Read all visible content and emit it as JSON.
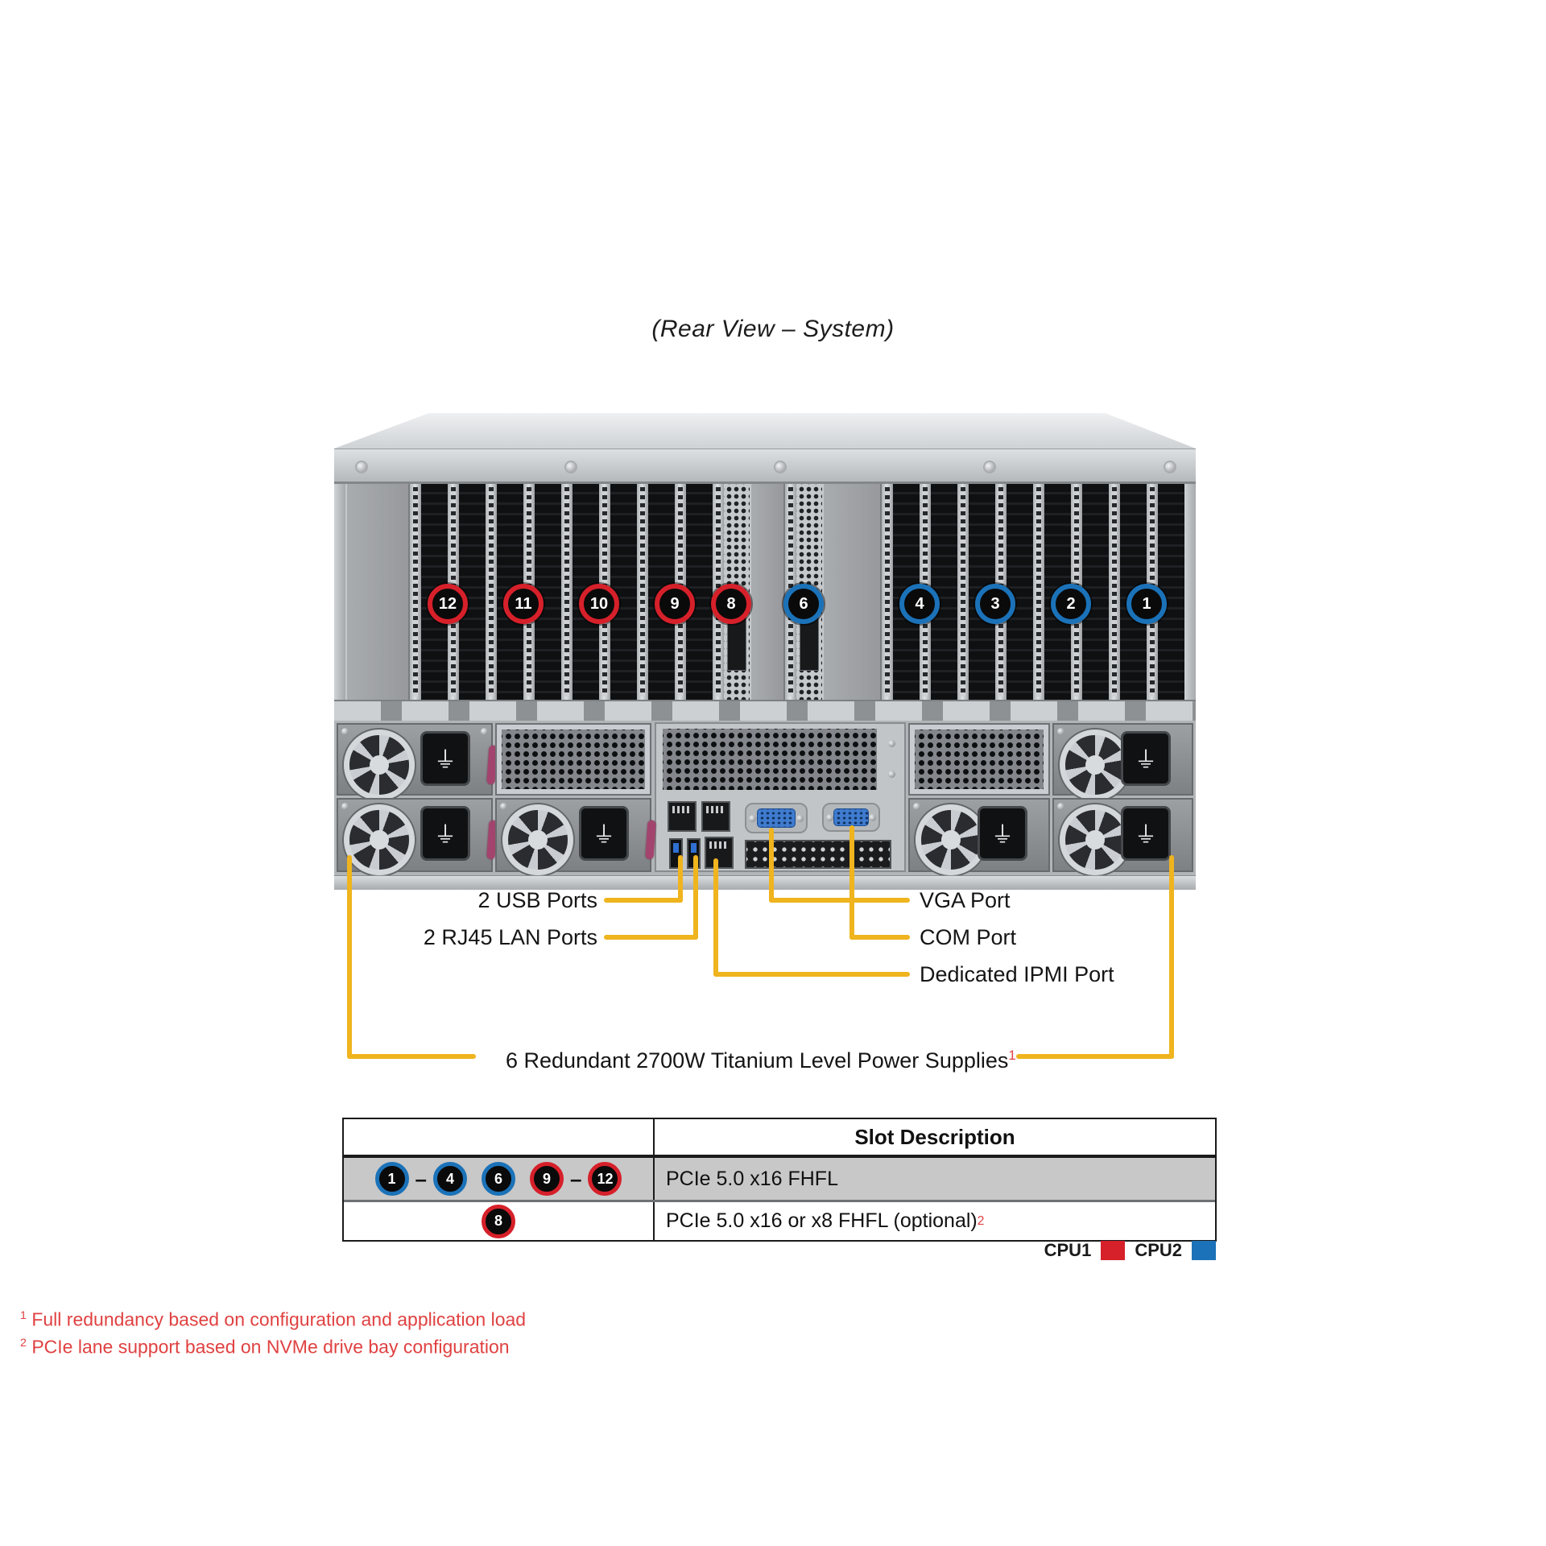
{
  "title": "(Rear View – System)",
  "colors": {
    "cpu1": "#d6202a",
    "cpu2": "#1b72b8",
    "callout": "#efb41e",
    "footnote": "#e04141"
  },
  "chassis": {
    "badges": [
      {
        "n": "12",
        "cpu": "cpu1"
      },
      {
        "n": "11",
        "cpu": "cpu1"
      },
      {
        "n": "10",
        "cpu": "cpu1"
      },
      {
        "n": "9",
        "cpu": "cpu1"
      },
      {
        "n": "8",
        "cpu": "cpu1"
      },
      {
        "n": "6",
        "cpu": "cpu2"
      },
      {
        "n": "4",
        "cpu": "cpu2"
      },
      {
        "n": "3",
        "cpu": "cpu2"
      },
      {
        "n": "2",
        "cpu": "cpu2"
      },
      {
        "n": "1",
        "cpu": "cpu2"
      }
    ]
  },
  "callouts": {
    "usb": "2 USB Ports",
    "lan": "2 RJ45 LAN Ports",
    "vga": "VGA Port",
    "com": "COM Port",
    "ipmi": "Dedicated IPMI Port",
    "psu": {
      "text": "6 Redundant 2700W Titanium Level Power Supplies",
      "ref": "1"
    }
  },
  "table": {
    "header": "Slot Description",
    "rows": [
      {
        "badges": [
          {
            "n": "1",
            "cpu": "cpu2"
          },
          {
            "sep": "–"
          },
          {
            "n": "4",
            "cpu": "cpu2"
          },
          {
            "n": "6",
            "cpu": "cpu2"
          },
          {
            "n": "9",
            "cpu": "cpu1"
          },
          {
            "sep": "–"
          },
          {
            "n": "12",
            "cpu": "cpu1"
          }
        ],
        "description": "PCIe 5.0 x16 FHFL",
        "ref": ""
      },
      {
        "badges": [
          {
            "n": "8",
            "cpu": "cpu1"
          }
        ],
        "description": "PCIe 5.0 x16 or x8 FHFL (optional)",
        "ref": "2"
      }
    ]
  },
  "legend": [
    {
      "label": "CPU1",
      "cpu": "cpu1"
    },
    {
      "label": "CPU2",
      "cpu": "cpu2"
    }
  ],
  "footnotes": [
    {
      "ref": "1",
      "text": "Full redundancy based on configuration and application load"
    },
    {
      "ref": "2",
      "text": "PCIe lane support based on NVMe drive bay configuration"
    }
  ]
}
